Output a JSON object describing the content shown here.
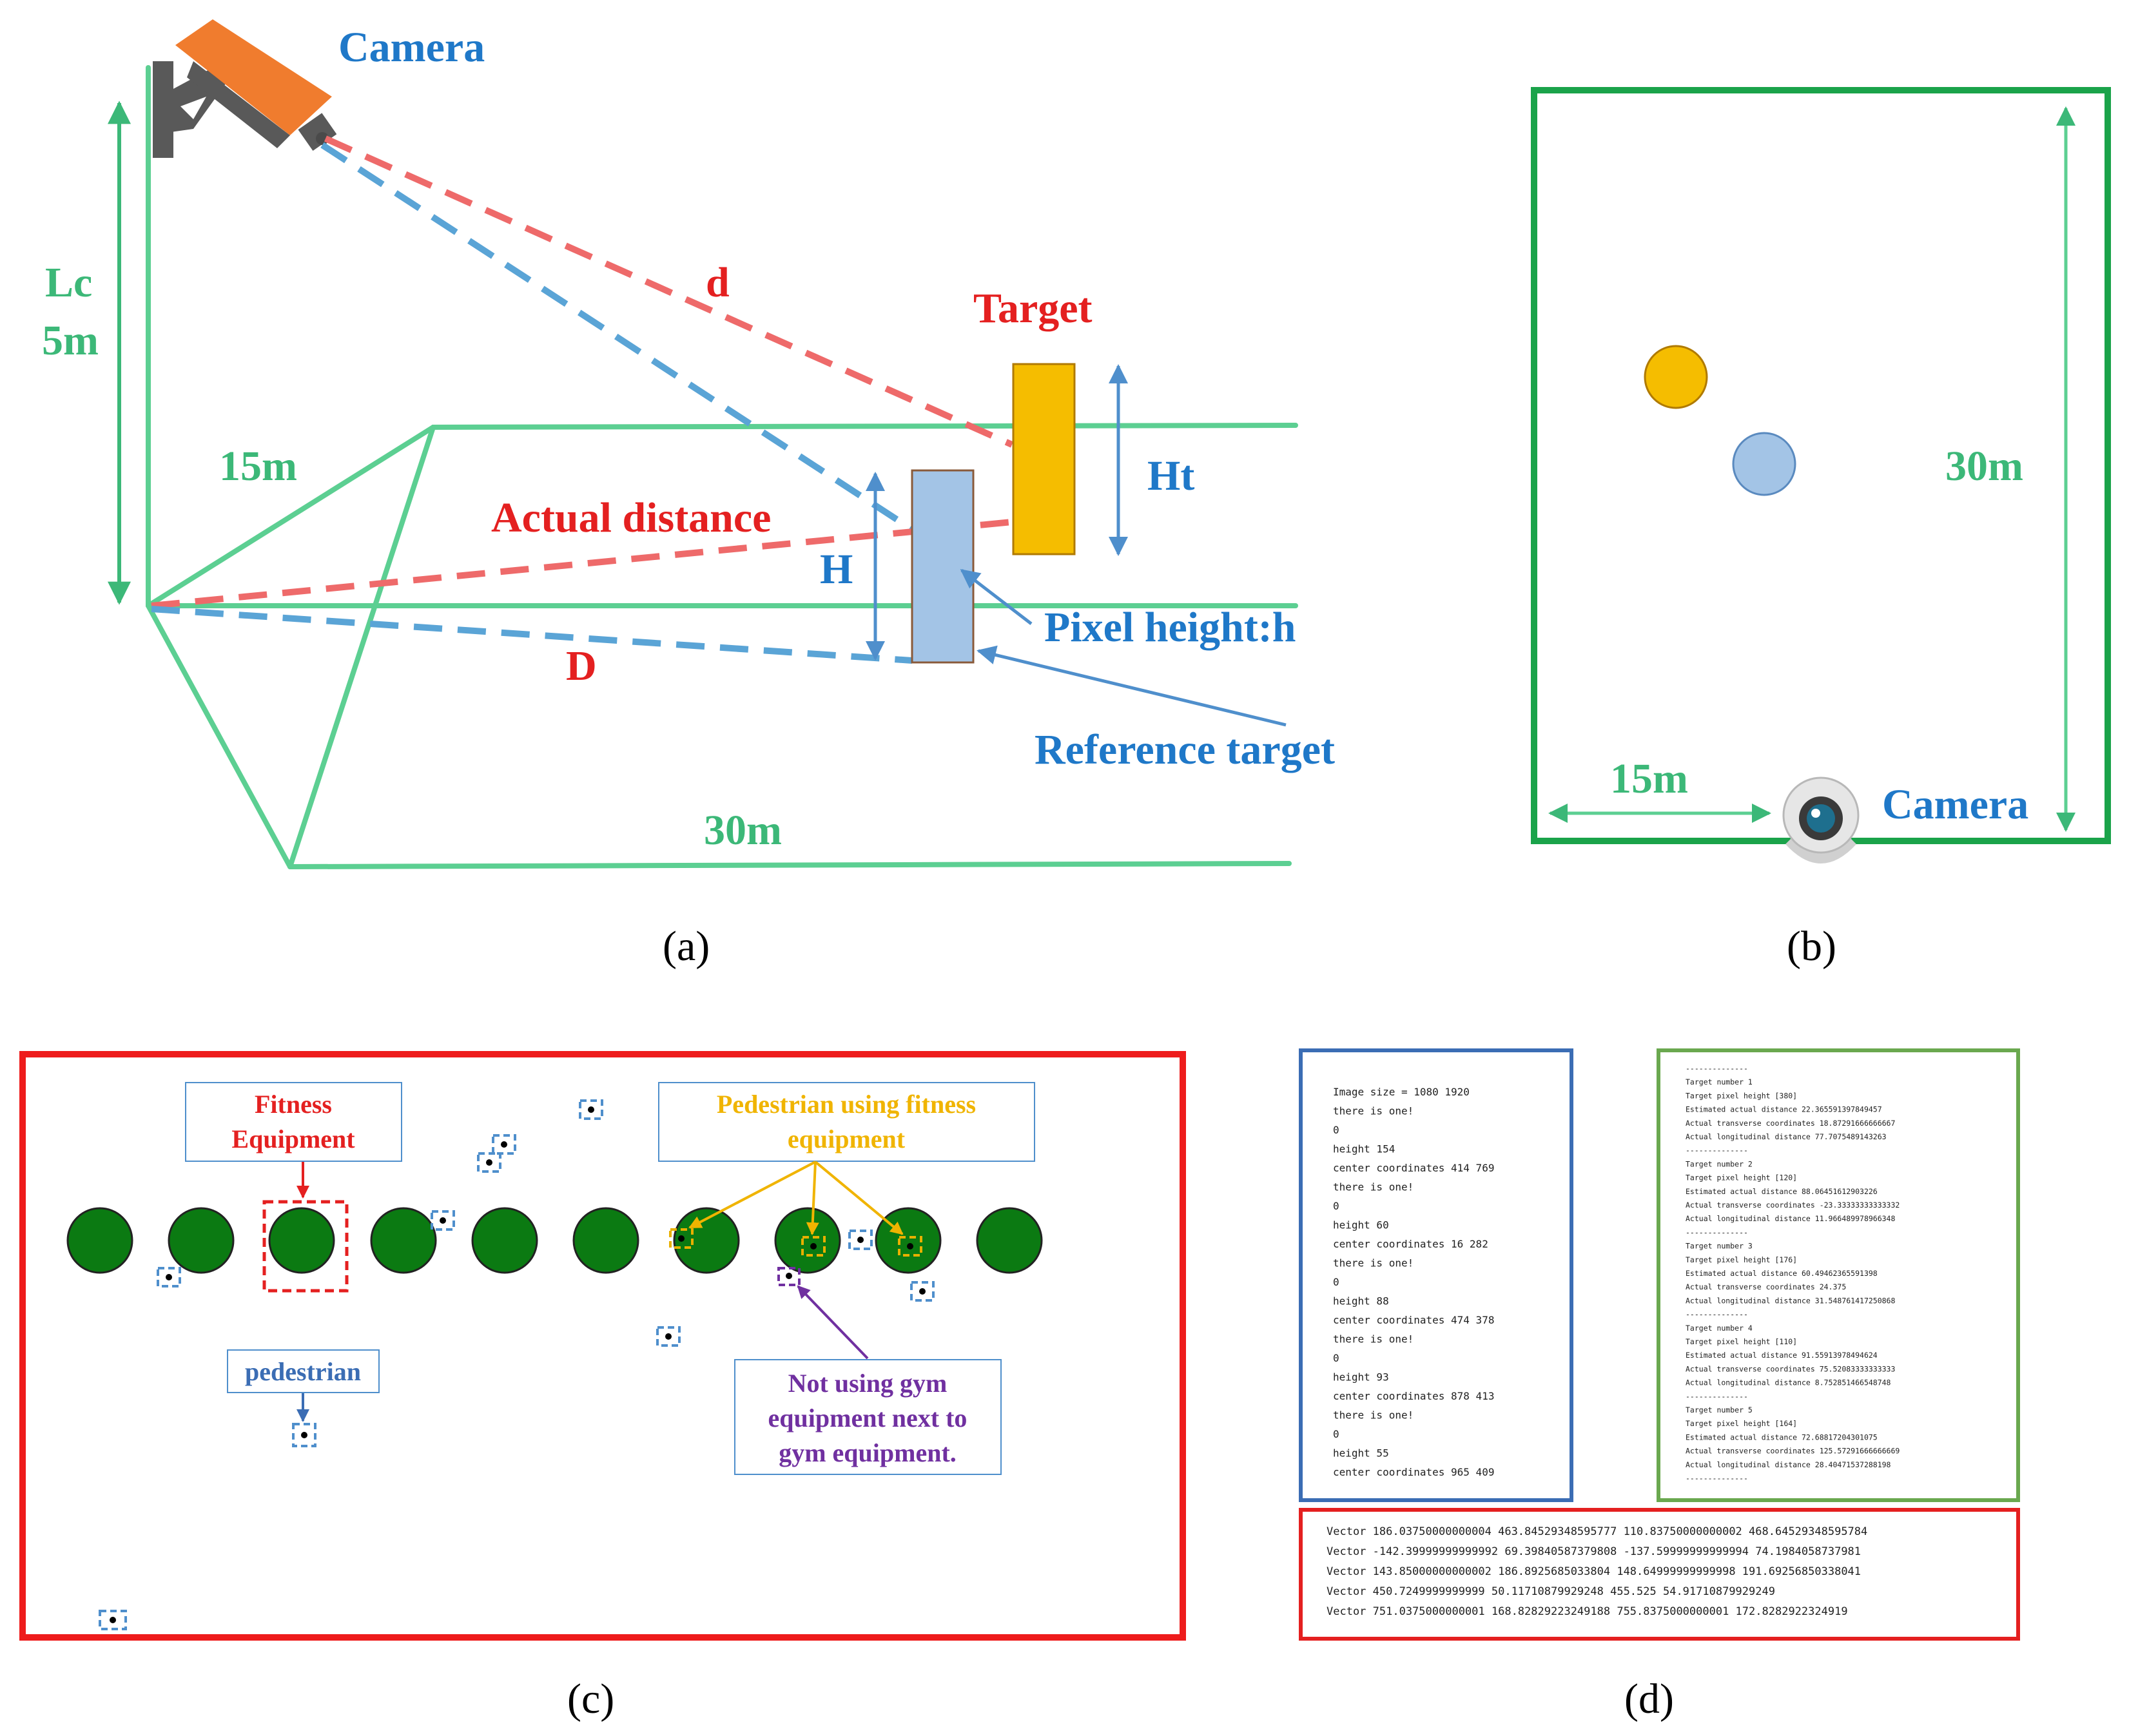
{
  "panel_a": {
    "camera": "Camera",
    "lc": "Lc",
    "lc_val": "5m",
    "d": "d",
    "target": "Target",
    "width": "15m",
    "actual_distance": "Actual distance",
    "ht": "Ht",
    "h_big": "H",
    "pixel_height": "Pixel height:h",
    "big_d": "D",
    "reference_target": "Reference target",
    "length": "30m",
    "label": "(a)"
  },
  "panel_b": {
    "length": "30m",
    "width": "15m",
    "camera": "Camera",
    "label": "(b)"
  },
  "panel_c": {
    "fitness_equipment": "Fitness\nEquipment",
    "pedestrian_using": "Pedestrian using fitness\nequipment",
    "pedestrian": "pedestrian",
    "not_using": "Not using gym\nequipment next to\ngym equipment.",
    "label": "(c)"
  },
  "panel_d": {
    "console_left": [
      "Image size = 1080 1920",
      "there is one!",
      "0",
      "height  154",
      "center coordinates  414 769",
      "there is one!",
      "0",
      "height  60",
      "center coordinates  16 282",
      "there is one!",
      "0",
      "height  88",
      "center coordinates  474 378",
      "there is one!",
      "0",
      "height  93",
      "center coordinates  878 413",
      "there is one!",
      "0",
      "height  55",
      "center coordinates  965 409"
    ],
    "console_right": [
      "--------------",
      "Target number 1",
      "Target pixel height [380]",
      "Estimated actual distance 22.365591397849457",
      "Actual transverse coordinates 18.87291666666667",
      "Actual longitudinal distance 77.7075489143263",
      "--------------",
      "Target number 2",
      "Target pixel height [120]",
      "Estimated actual distance 88.06451612903226",
      "Actual transverse coordinates -23.33333333333332",
      "Actual longitudinal distance 11.966489978966348",
      "--------------",
      "Target number 3",
      "Target pixel height [176]",
      "Estimated actual distance 60.49462365591398",
      "Actual transverse coordinates 24.375",
      "Actual longitudinal distance 31.548761417250868",
      "--------------",
      "Target number 4",
      "Target pixel height [110]",
      "Estimated actual distance 91.55913978494624",
      "Actual transverse coordinates 75.52083333333333",
      "Actual longitudinal distance 8.752851466548748",
      "--------------",
      "Target number 5",
      "Target pixel height [164]",
      "Estimated actual distance 72.68817204301075",
      "Actual transverse coordinates 125.57291666666669",
      "Actual longitudinal distance 28.40471537288198",
      "--------------"
    ],
    "vectors": [
      "Vector  186.03750000000004 463.84529348595777 110.83750000000002 468.64529348595784",
      "Vector  -142.39999999999992 69.39840587379808 -137.59999999999994 74.1984058737981",
      "Vector  143.85000000000002 186.8925685033804 148.64999999999998 191.69256850338041",
      "Vector  450.7249999999999 50.11710879929248 455.525 54.91710879929249",
      "Vector  751.0375000000001 168.82829223249188 755.8375000000001 172.8282922324919"
    ],
    "label": "(d)"
  },
  "colors": {
    "green": "#3cb878",
    "dark_green": "#1aa34a",
    "red": "#e42020",
    "blue": "#1f78c8",
    "orange": "#f07c2e",
    "yellow": "#f5bd00",
    "light_blue": "#a3c4e6",
    "tree_green": "#0b7a12",
    "purple": "#7030a0"
  }
}
